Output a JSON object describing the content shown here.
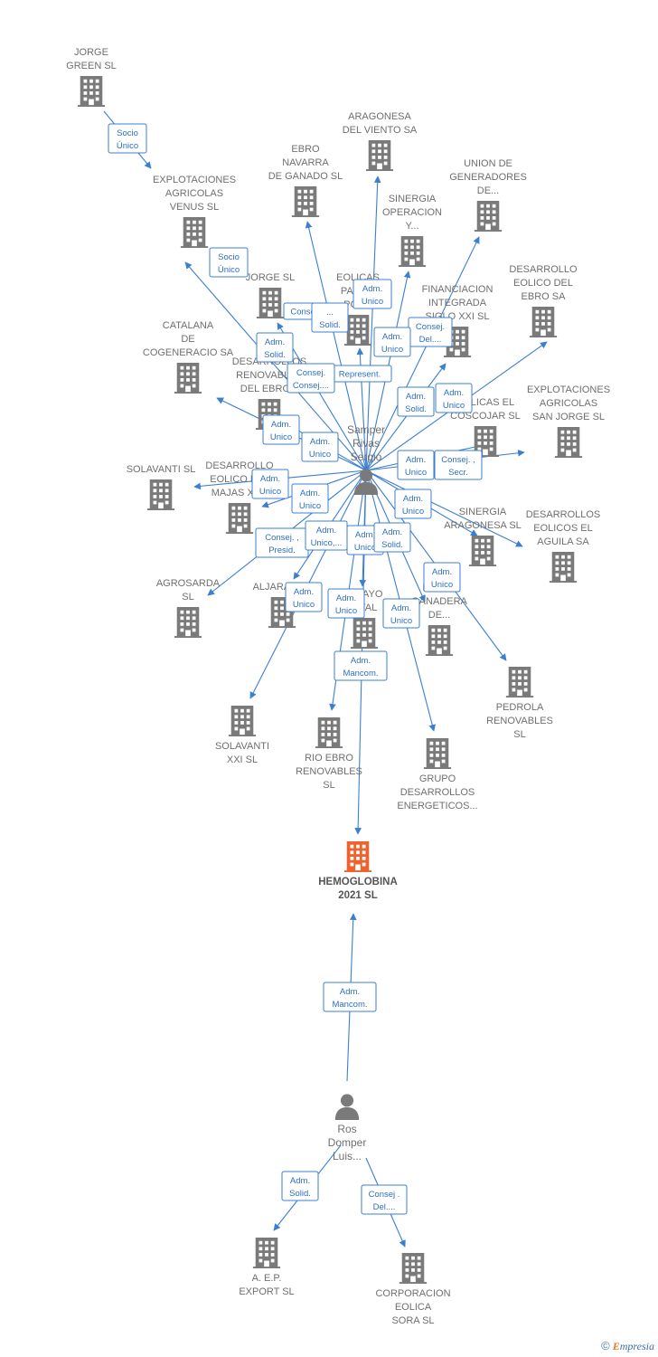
{
  "nodes": [
    {
      "id": "jorge_green",
      "type": "company",
      "lines": [
        "JORGE",
        "GREEN  SL"
      ]
    },
    {
      "id": "expl_venus",
      "type": "company",
      "lines": [
        "EXPLOTACIONES",
        "AGRICOLAS",
        "VENUS  SL"
      ]
    },
    {
      "id": "aragonesa",
      "type": "company",
      "lines": [
        "ARAGONESA",
        "DEL VIENTO SA"
      ]
    },
    {
      "id": "ebro_navarra",
      "type": "company",
      "lines": [
        "EBRO",
        "NAVARRA",
        "DE GANADO SL"
      ]
    },
    {
      "id": "union_gen",
      "type": "company",
      "lines": [
        "UNION DE",
        "GENERADORES",
        "DE..."
      ]
    },
    {
      "id": "sinergia_op",
      "type": "company",
      "lines": [
        "SINERGIA",
        "OPERACION",
        "Y..."
      ]
    },
    {
      "id": "desarrollo_ebro",
      "type": "company",
      "lines": [
        "DESARROLLO",
        "EOLICO DEL",
        "EBRO SA"
      ]
    },
    {
      "id": "jorge_sl",
      "type": "company",
      "lines": [
        "JORGE SL"
      ]
    },
    {
      "id": "eolicas_para",
      "type": "company",
      "lines": [
        "EOLICAS",
        "PARA...",
        "POZ..."
      ]
    },
    {
      "id": "financiacion",
      "type": "company",
      "lines": [
        "FINANCIACION",
        "INTEGRADA",
        "SIGLO XXI  SL"
      ]
    },
    {
      "id": "catalana",
      "type": "company",
      "lines": [
        "CATALANA",
        "DE",
        "COGENERACIO SA"
      ]
    },
    {
      "id": "desarr_renov_ebro",
      "type": "company",
      "lines": [
        "DESARROLLOS",
        "RENOVABLES",
        "DEL EBRO..."
      ]
    },
    {
      "id": "eolicas_coscojar",
      "type": "company",
      "lines": [
        "EOLICAS EL",
        "COSCOJAR  SL"
      ]
    },
    {
      "id": "expl_sanjorge",
      "type": "company",
      "lines": [
        "EXPLOTACIONES",
        "AGRICOLAS",
        "SAN JORGE SL"
      ]
    },
    {
      "id": "solavanti",
      "type": "company",
      "lines": [
        "SOLAVANTI SL"
      ]
    },
    {
      "id": "desarrollo_majas",
      "type": "company",
      "lines": [
        "DESARROLLO",
        "EOLICO LAS",
        "MAJAS XV..."
      ]
    },
    {
      "id": "sinergia_aragonesa",
      "type": "company",
      "lines": [
        "SINERGIA",
        "ARAGONESA SL"
      ]
    },
    {
      "id": "desarr_aguila",
      "type": "company",
      "lines": [
        "DESARROLLOS",
        "EOLICOS EL",
        "AGUILA SA"
      ]
    },
    {
      "id": "agrosarda",
      "type": "company",
      "lines": [
        "AGROSARDA",
        "SL"
      ]
    },
    {
      "id": "aljarafe",
      "type": "company",
      "lines": [
        "ALJARAFE..."
      ]
    },
    {
      "id": "mayo_tal",
      "type": "company",
      "lines": [
        "...MAYO",
        "...TAL"
      ]
    },
    {
      "id": "noble_ganadera",
      "type": "company",
      "lines": [
        "NOBLE",
        "GANADERA",
        "DE..."
      ]
    },
    {
      "id": "pedrola",
      "type": "company",
      "lines": [
        "PEDROLA",
        "RENOVABLES",
        "SL"
      ]
    },
    {
      "id": "solavanti_xxi",
      "type": "company",
      "lines": [
        "SOLAVANTI",
        "XXI SL"
      ]
    },
    {
      "id": "rio_ebro",
      "type": "company",
      "lines": [
        "RIO EBRO",
        "RENOVABLES",
        "SL"
      ]
    },
    {
      "id": "grupo_desarr",
      "type": "company",
      "lines": [
        "GRUPO",
        "DESARROLLOS",
        "ENERGETICOS..."
      ]
    },
    {
      "id": "hemoglobina",
      "type": "company",
      "highlight": true,
      "lines": [
        "HEMOGLOBINA",
        "2021  SL"
      ]
    },
    {
      "id": "aep_export",
      "type": "company",
      "lines": [
        "A. E.P.",
        "EXPORT  SL"
      ]
    },
    {
      "id": "corporacion_sora",
      "type": "company",
      "lines": [
        "CORPORACION",
        "EOLICA",
        "SORA  SL"
      ]
    },
    {
      "id": "samper",
      "type": "person",
      "lines": [
        "Samper",
        "Rivas",
        "Sergio"
      ]
    },
    {
      "id": "ros",
      "type": "person",
      "lines": [
        "Ros",
        "Domper",
        "Luis..."
      ]
    }
  ],
  "relations": [
    {
      "id": "r1",
      "lines": [
        "Socio",
        "Único"
      ]
    },
    {
      "id": "r2",
      "lines": [
        "Socio",
        "Único"
      ]
    },
    {
      "id": "r3",
      "lines": [
        "Consejero"
      ]
    },
    {
      "id": "r4",
      "lines": [
        "...",
        "Solid."
      ]
    },
    {
      "id": "r5",
      "lines": [
        "Adm.",
        "Unico"
      ]
    },
    {
      "id": "r6",
      "lines": [
        "Consej.",
        "Del...."
      ]
    },
    {
      "id": "r7",
      "lines": [
        "Adm.",
        "Solid."
      ]
    },
    {
      "id": "r8",
      "lines": [
        "Adm.",
        "Unico"
      ]
    },
    {
      "id": "r9",
      "lines": [
        "Represent."
      ]
    },
    {
      "id": "r10",
      "lines": [
        "Consej.",
        "Consej...."
      ]
    },
    {
      "id": "r11",
      "lines": [
        "Adm.",
        "Solid."
      ]
    },
    {
      "id": "r12",
      "lines": [
        "Adm.",
        "Unico"
      ]
    },
    {
      "id": "r13",
      "lines": [
        "Adm.",
        "Unico"
      ]
    },
    {
      "id": "r14",
      "lines": [
        "Adm.",
        "Unico"
      ]
    },
    {
      "id": "r15",
      "lines": [
        "Adm.",
        "Unico"
      ]
    },
    {
      "id": "r16",
      "lines": [
        "Consej. ,",
        "Secr."
      ]
    },
    {
      "id": "r17",
      "lines": [
        "Adm.",
        "Unico"
      ]
    },
    {
      "id": "r18",
      "lines": [
        "Adm.",
        "Unico"
      ]
    },
    {
      "id": "r19",
      "lines": [
        "Adm.",
        "Unico"
      ]
    },
    {
      "id": "r20",
      "lines": [
        "Consej. ,",
        "Presid."
      ]
    },
    {
      "id": "r21",
      "lines": [
        "Adm.",
        "Unico,..."
      ]
    },
    {
      "id": "r22",
      "lines": [
        "Adm.",
        "Unico"
      ]
    },
    {
      "id": "r23",
      "lines": [
        "Adm.",
        "Solid."
      ]
    },
    {
      "id": "r24",
      "lines": [
        "Adm.",
        "Unico"
      ]
    },
    {
      "id": "r25",
      "lines": [
        "Adm.",
        "Unico"
      ]
    },
    {
      "id": "r26",
      "lines": [
        "Adm.",
        "Unico"
      ]
    },
    {
      "id": "r27",
      "lines": [
        "Adm.",
        "Unico"
      ]
    },
    {
      "id": "r28",
      "lines": [
        "Adm.",
        "Mancom."
      ]
    },
    {
      "id": "r29",
      "lines": [
        "Adm.",
        "Mancom."
      ]
    },
    {
      "id": "r30",
      "lines": [
        "Adm.",
        "Solid."
      ]
    },
    {
      "id": "r31",
      "lines": [
        "Consej .",
        "Del...."
      ]
    }
  ],
  "colors": {
    "edge": "#3b7fd1",
    "company": "#7a7a7a",
    "highlight": "#f0622d",
    "person": "#7a7a7a"
  },
  "icons": {
    "company": "building-icon",
    "person": "person-icon"
  },
  "footer": {
    "copyright": "©",
    "brand_initial": "E",
    "brand_rest": "mpresia"
  }
}
